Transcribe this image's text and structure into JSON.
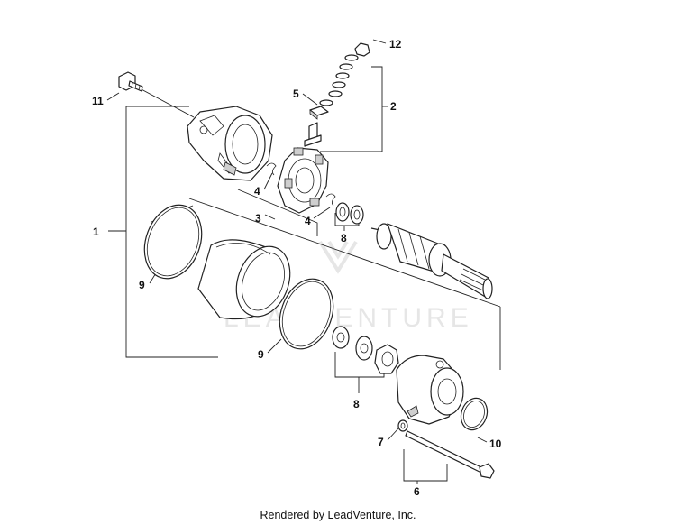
{
  "watermark": {
    "text": "LEADVENTURE"
  },
  "callouts": {
    "c1": "1",
    "c2": "2",
    "c3": "3",
    "c4a": "4",
    "c4b": "4",
    "c5": "5",
    "c6": "6",
    "c7": "7",
    "c8a": "8",
    "c8b": "8",
    "c9a": "9",
    "c9b": "9",
    "c10": "10",
    "c11": "11",
    "c12": "12"
  },
  "footer": {
    "text": "Rendered by LeadVenture, Inc."
  }
}
